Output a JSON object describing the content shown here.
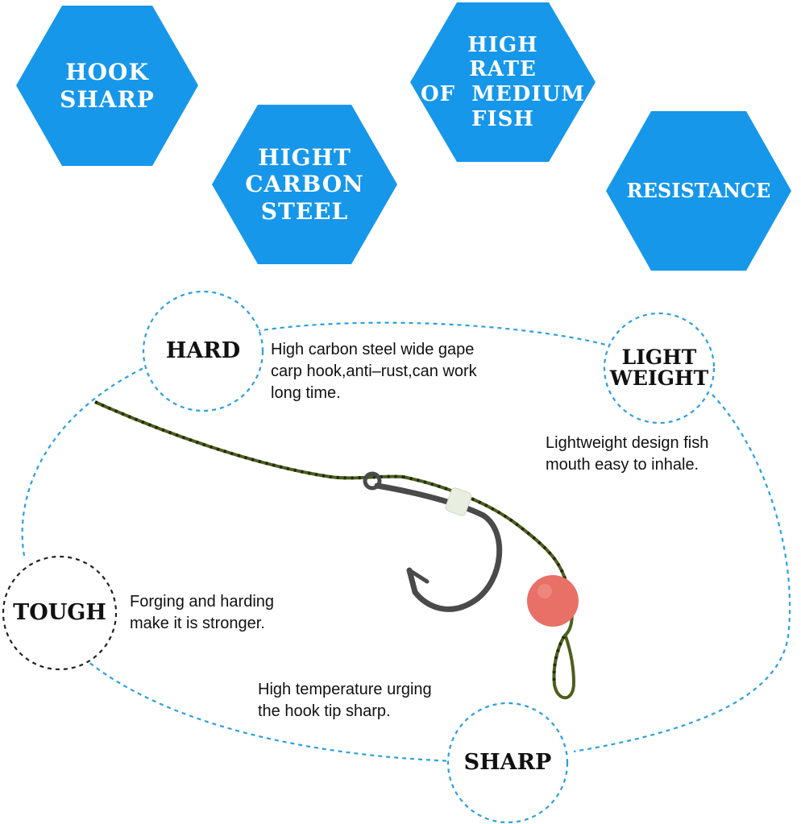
{
  "colors": {
    "hexagon_fill": "#1697ea",
    "dashed_outline": "#2b9fe0",
    "hook_metal": "#4a4a4a",
    "line_green": "#4c5f1c",
    "line_dark": "#1f2a0a",
    "bead": "#e87066"
  },
  "hexagons": [
    {
      "id": "hook-sharp",
      "lines": [
        "HOOK",
        "SHARP"
      ]
    },
    {
      "id": "high-carbon",
      "lines": [
        "HIGHT",
        "CARBON",
        "STEEL"
      ]
    },
    {
      "id": "high-rate",
      "lines": [
        "HIGH",
        "RATE",
        "OF  MEDIUM",
        "FISH"
      ]
    },
    {
      "id": "resistance",
      "lines": [
        "RESISTANCE"
      ]
    }
  ],
  "features": {
    "hard": {
      "badge": [
        "HARD"
      ],
      "text": [
        "High carbon steel wide gape",
        "carp hook,anti–rust,can work",
        "long time."
      ]
    },
    "light": {
      "badge": [
        "LIGHT",
        "WEIGHT"
      ],
      "text": [
        "Lightweight design fish",
        "mouth easy to inhale."
      ]
    },
    "tough": {
      "badge": [
        "TOUGH"
      ],
      "text": [
        "Forging and harding",
        "make it is stronger."
      ]
    },
    "sharp": {
      "badge": [
        "SHARP"
      ],
      "text": [
        "High temperature urging",
        "the hook tip sharp."
      ]
    }
  },
  "illustration": {
    "subject": "carp-hook-rig-icon",
    "parts": [
      "braided-hair-line",
      "curved-hook",
      "shrink-tube",
      "foam-bead",
      "hair-loop"
    ]
  }
}
